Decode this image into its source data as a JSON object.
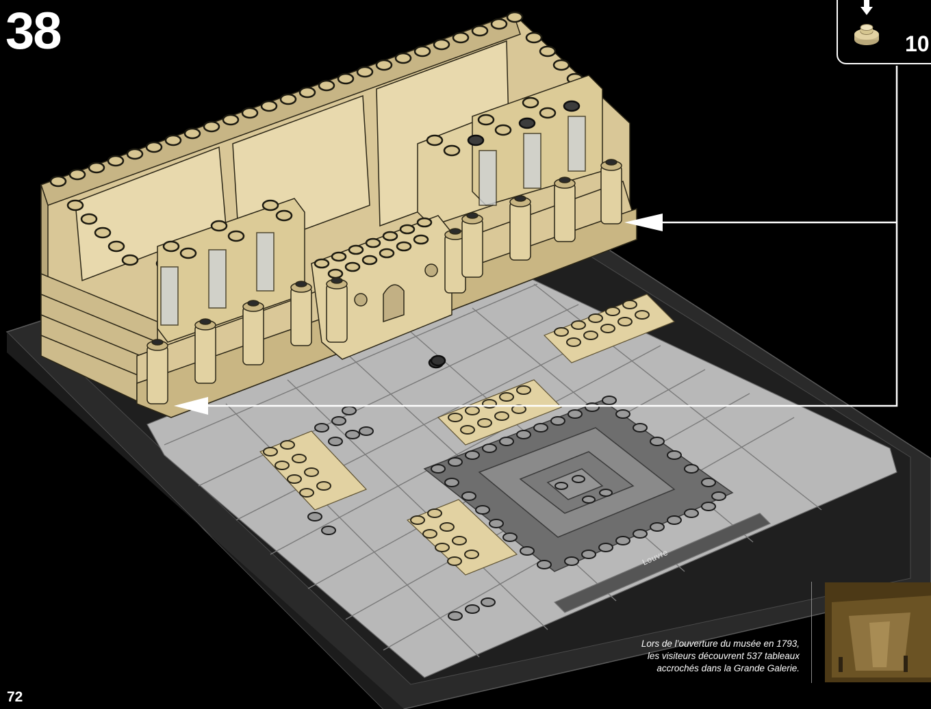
{
  "step": {
    "number": "38"
  },
  "parts": {
    "quantity": "10"
  },
  "model": {
    "baseplate_label": "Louvre",
    "colors": {
      "tan": "#e2d2a2",
      "tan_dark": "#b9a87a",
      "gray": "#b4b4b4",
      "gray_dark": "#7b7b7b",
      "baseplate": "#252525",
      "background": "#000000"
    }
  },
  "caption": {
    "lines": [
      "Lors de l’ouverture du musée en 1793,",
      "les visiteurs découvrent 537 tableaux",
      "accrochés dans la Grande Galerie."
    ]
  },
  "page": {
    "number": "72"
  }
}
